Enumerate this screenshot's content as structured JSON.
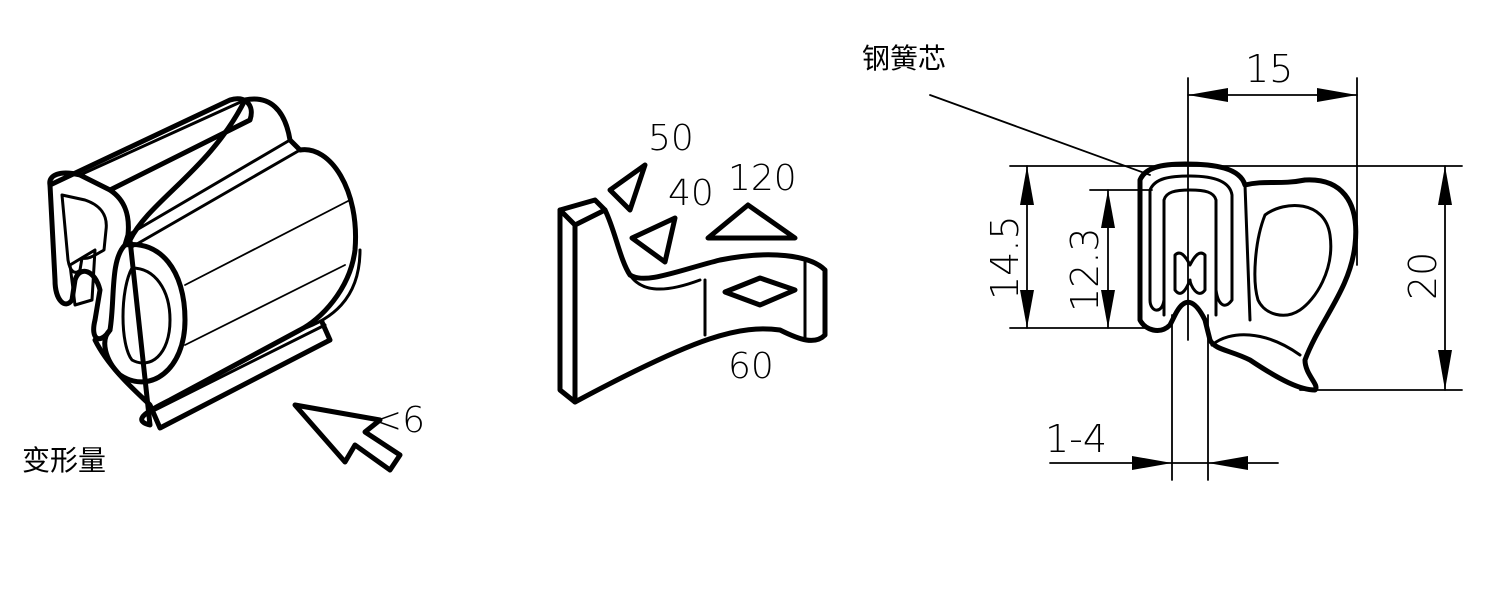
{
  "left_figure": {
    "label": "变形量",
    "arrow_value": "<6"
  },
  "middle_figure": {
    "angle_50": "50",
    "angle_40": "40",
    "angle_120": "120",
    "angle_60": "60"
  },
  "right_figure": {
    "core_label": "钢簧芯",
    "width": "15",
    "height_total": "20",
    "height_outer": "14.5",
    "height_inner": "12.3",
    "grip_range": "1-4"
  }
}
